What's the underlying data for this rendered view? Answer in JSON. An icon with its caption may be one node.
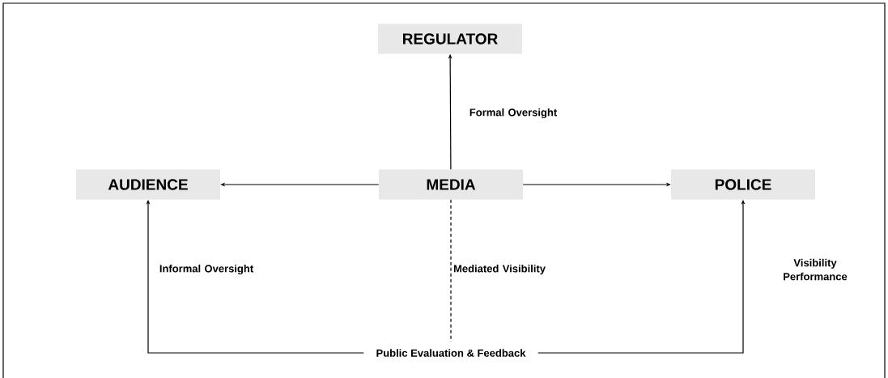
{
  "diagram": {
    "nodes": [
      {
        "text": [
          "REGULATOR"
        ]
      },
      {
        "text": [
          "AUDIENCE"
        ]
      },
      {
        "text": [
          "MEDIA"
        ]
      },
      {
        "text": [
          "POLICE"
        ]
      },
      {
        "text": [
          "Public Evaluation & Feedback"
        ]
      }
    ],
    "edges": [
      {
        "from": 2,
        "to": 0,
        "arrow": "to",
        "label": "Formal Oversight"
      },
      {
        "from": 2,
        "to": 1,
        "arrow": "to"
      },
      {
        "from": 2,
        "to": 3,
        "arrow": "to"
      },
      {
        "from": 2,
        "to": 4,
        "arrow": "none",
        "style": "dashed",
        "label": "Mediated Visibility"
      },
      {
        "from": 4,
        "to": 1,
        "arrow": "to",
        "label": "Informal Oversight"
      },
      {
        "from": 4,
        "to": 3,
        "arrow": "to",
        "label": "Visibility Performance"
      }
    ]
  }
}
